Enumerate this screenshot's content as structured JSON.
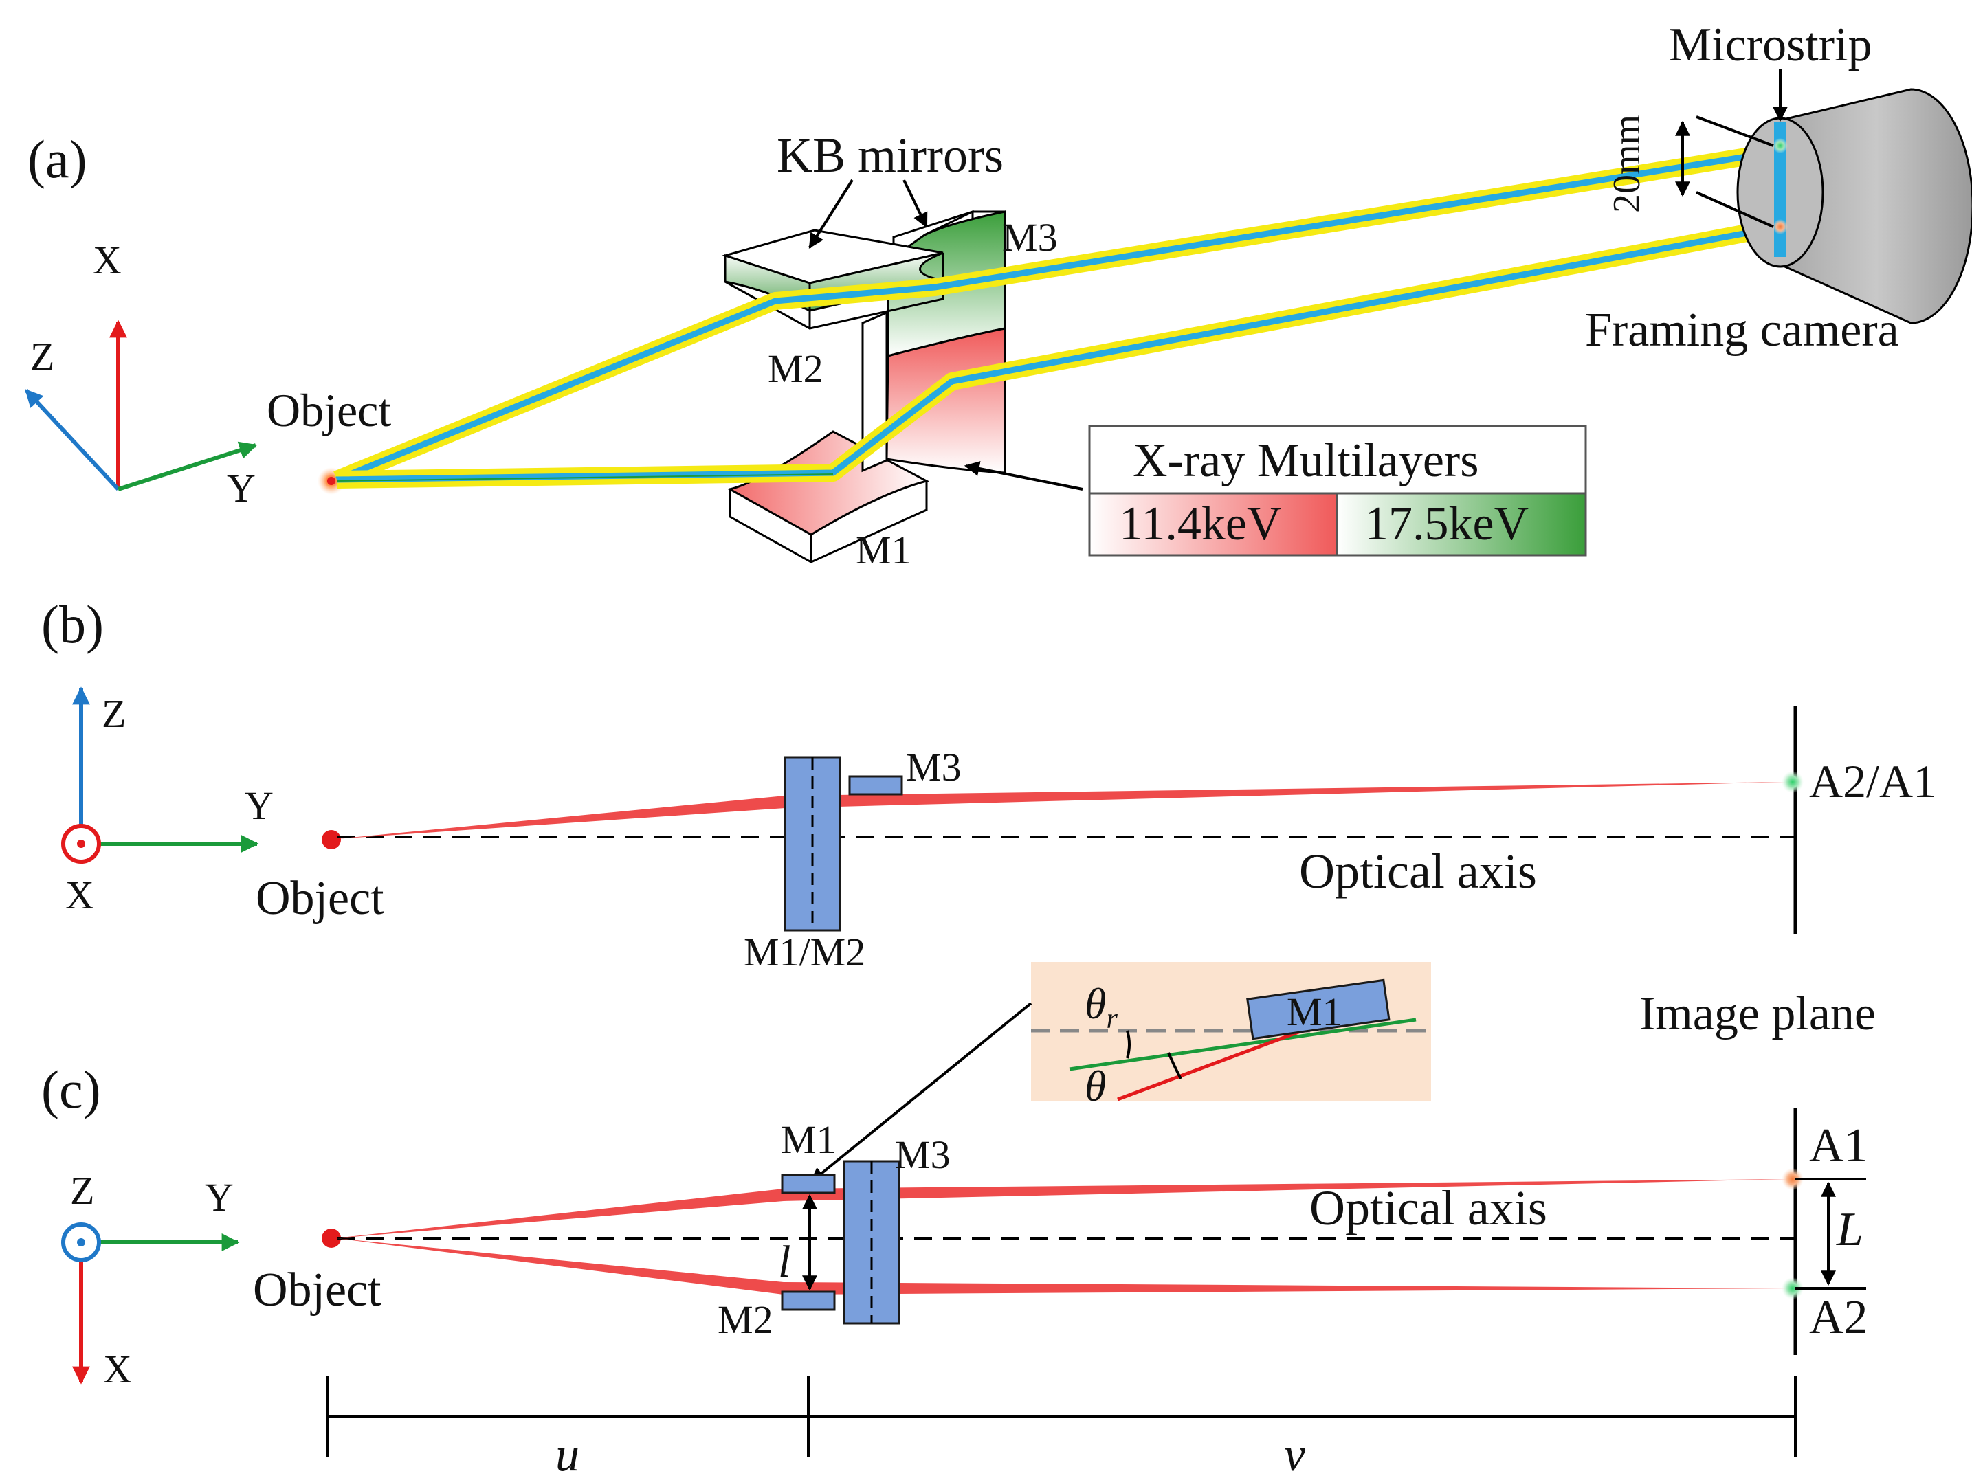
{
  "panels": {
    "a": {
      "label": "(a)",
      "axes": {
        "x": "X",
        "y": "Y",
        "z": "Z"
      },
      "object": "Object",
      "kb_mirrors": "KB mirrors",
      "mirrors": {
        "m1": "M1",
        "m2": "M2",
        "m3": "M3"
      },
      "microstrip": "Microstrip",
      "dimension": "20mm",
      "camera": "Framing camera",
      "legend": {
        "title": "X-ray Multilayers",
        "low_energy": "11.4keV",
        "high_energy": "17.5keV"
      }
    },
    "b": {
      "label": "(b)",
      "axes": {
        "z": "Z",
        "y": "Y",
        "x": "X"
      },
      "object": "Object",
      "mirror_m12": "M1/M2",
      "mirror_m3": "M3",
      "image_point": "A2/A1",
      "optical_axis": "Optical axis",
      "image_plane": "Image plane"
    },
    "c": {
      "label": "(c)",
      "axes": {
        "z": "Z",
        "y": "Y",
        "x": "X"
      },
      "object": "Object",
      "m1": "M1",
      "m2": "M2",
      "m3": "M3",
      "spacing": "l",
      "image_a1": "A1",
      "image_a2": "A2",
      "separation": "L",
      "optical_axis": "Optical axis",
      "distance_u": "u",
      "distance_v": "v",
      "inset": {
        "theta_r": "θ",
        "theta_r_sub": "r",
        "theta": "θ",
        "mirror": "M1"
      }
    }
  },
  "colors": {
    "ray_red": "#ee4b4b",
    "ray_yellow": "#f5ea14",
    "ray_blue": "#27a9e1",
    "mirror_blue": "#7a9fdc",
    "axis_red": "#e31a1c",
    "axis_green": "#1a9a3a",
    "axis_blue": "#1f78c8",
    "inset_bg": "#fbe3cf",
    "energy_low": "#f05a5a",
    "energy_high": "#3a9e3a"
  }
}
